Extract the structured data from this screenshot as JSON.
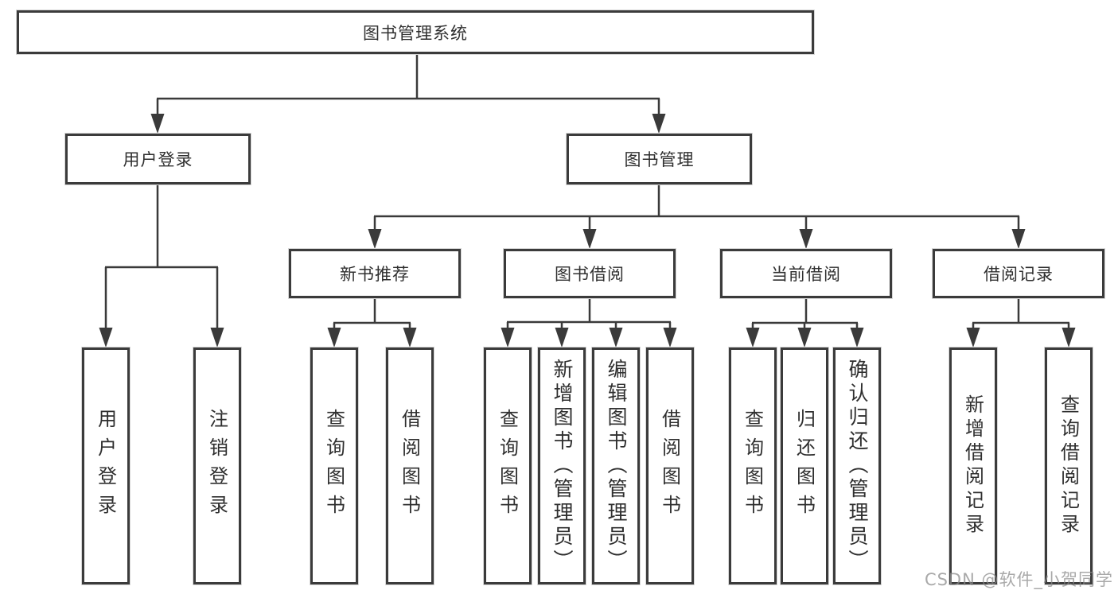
{
  "diagram": {
    "title": "图书管理系统",
    "watermark": "CSDN @软件_小贺同学",
    "colors": {
      "line": "#3a3a3a",
      "box_border": "#3b3b3b",
      "text": "#2f2f2f",
      "background": "#ffffff",
      "watermark": "#8c8c8c"
    },
    "nodes": [
      {
        "id": "root",
        "label": "图书管理系统",
        "level": 1,
        "parent": null
      },
      {
        "id": "user-login-module",
        "label": "用户登录",
        "level": 2,
        "parent": "root"
      },
      {
        "id": "book-management",
        "label": "图书管理",
        "level": 2,
        "parent": "root"
      },
      {
        "id": "new-book-recommend",
        "label": "新书推荐",
        "level": 3,
        "parent": "book-management"
      },
      {
        "id": "book-borrow",
        "label": "图书借阅",
        "level": 3,
        "parent": "book-management"
      },
      {
        "id": "current-borrow",
        "label": "当前借阅",
        "level": 3,
        "parent": "book-management"
      },
      {
        "id": "borrow-records",
        "label": "借阅记录",
        "level": 3,
        "parent": "book-management"
      },
      {
        "id": "user-login",
        "label": "用户登录",
        "level": 4,
        "parent": "user-login-module"
      },
      {
        "id": "logout",
        "label": "注销登录",
        "level": 4,
        "parent": "user-login-module"
      },
      {
        "id": "query-book-recommend",
        "label": "查询图书",
        "level": 4,
        "parent": "new-book-recommend"
      },
      {
        "id": "borrow-book-recommend",
        "label": "借阅图书",
        "level": 4,
        "parent": "new-book-recommend"
      },
      {
        "id": "query-book-borrow",
        "label": "查询图书",
        "level": 4,
        "parent": "book-borrow"
      },
      {
        "id": "add-book-admin",
        "label": "新增图书（管理员）",
        "level": 4,
        "parent": "book-borrow"
      },
      {
        "id": "edit-book-admin",
        "label": "编辑图书（管理员）",
        "level": 4,
        "parent": "book-borrow"
      },
      {
        "id": "borrow-book-borrow",
        "label": "借阅图书",
        "level": 4,
        "parent": "book-borrow"
      },
      {
        "id": "query-book-current",
        "label": "查询图书",
        "level": 4,
        "parent": "current-borrow"
      },
      {
        "id": "return-book",
        "label": "归还图书",
        "level": 4,
        "parent": "current-borrow"
      },
      {
        "id": "confirm-return-admin",
        "label": "确认归还（管理员）",
        "level": 4,
        "parent": "current-borrow"
      },
      {
        "id": "add-borrow-record",
        "label": "新增借阅记录",
        "level": 4,
        "parent": "borrow-records"
      },
      {
        "id": "query-borrow-record",
        "label": "查询借阅记录",
        "level": 4,
        "parent": "borrow-records"
      }
    ]
  }
}
